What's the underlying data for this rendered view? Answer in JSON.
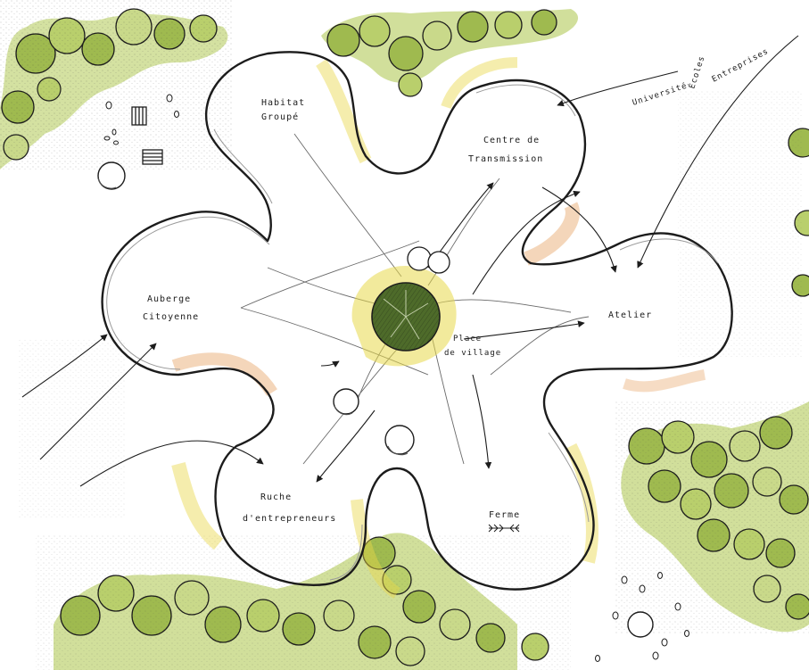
{
  "colors": {
    "paper": "#ffffff",
    "ink": "#1c1c1c",
    "pencil": "#9a9a9a",
    "foliage_light": "#c9d98a",
    "foliage_mid": "#9fba4f",
    "foliage_dark": "#4e6b2a",
    "accent_yellow": "#e8d84a",
    "accent_orange": "#e08a3a"
  },
  "labels": {
    "habitat": [
      "Habitat",
      "Groupé"
    ],
    "centre": [
      "Centre de",
      "Transmission"
    ],
    "auberge": [
      "Auberge",
      "Citoyenne"
    ],
    "atelier": "Atelier",
    "place": [
      "Place",
      "de village"
    ],
    "ruche": [
      "Ruche",
      "d'entrepreneurs"
    ],
    "ferme": "Ferme",
    "ecoles": "Écoles",
    "universite": "Université",
    "entreprises": "Entreprises"
  },
  "icons": [
    "wheat-icon",
    "bench-icon",
    "tree-icon"
  ]
}
